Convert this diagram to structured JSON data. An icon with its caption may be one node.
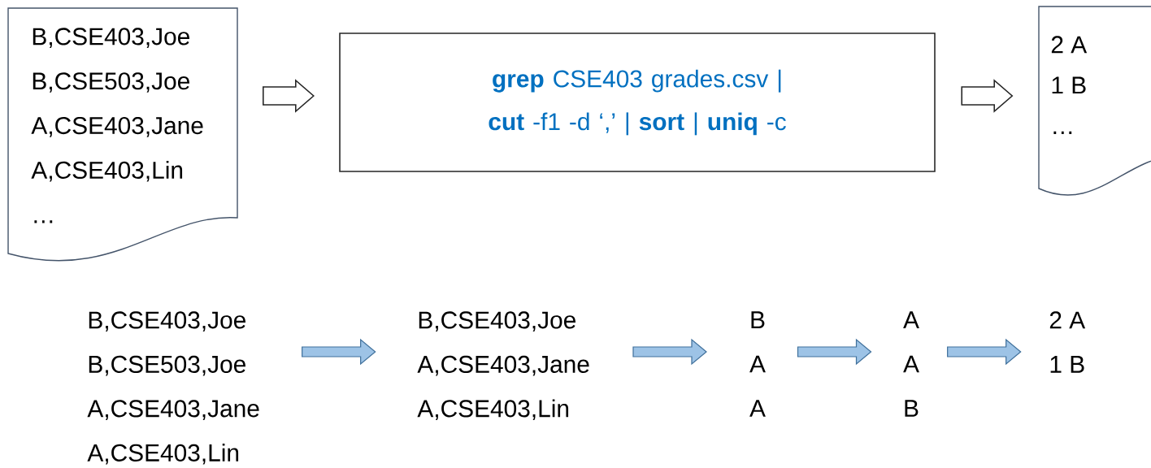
{
  "diagram": {
    "nodes": [
      {
        "text": [
          "B,CSE403,Joe",
          "B,CSE503,Joe",
          "A,CSE403,Jane",
          "A,CSE403,Lin",
          "…"
        ]
      },
      {
        "text": [
          "**grep** CSE403 grades.csv | **cut** -f1 -d ‘,’ | **sort** | **uniq** -c"
        ]
      },
      {
        "text": [
          "2 A",
          "1 B",
          "…"
        ]
      },
      {
        "text": [
          "B,CSE403,Joe",
          "B,CSE503,Joe",
          "A,CSE403,Jane",
          "A,CSE403,Lin"
        ]
      },
      {
        "text": [
          "B,CSE403,Joe",
          "A,CSE403,Jane",
          "A,CSE403,Lin"
        ]
      },
      {
        "text": [
          "B",
          "A",
          "A"
        ]
      },
      {
        "text": [
          "A",
          "A",
          "B"
        ]
      },
      {
        "text": [
          "2 A",
          "1 B"
        ]
      }
    ],
    "edges": [
      {
        "from": 0,
        "to": 1,
        "arrow": "to",
        "color": "#ffffff"
      },
      {
        "from": 1,
        "to": 2,
        "arrow": "to",
        "color": "#ffffff"
      },
      {
        "from": 3,
        "to": 4,
        "arrow": "to"
      },
      {
        "from": 4,
        "to": 5,
        "arrow": "to"
      },
      {
        "from": 5,
        "to": 6,
        "arrow": "to"
      },
      {
        "from": 6,
        "to": 7,
        "arrow": "to"
      }
    ]
  }
}
